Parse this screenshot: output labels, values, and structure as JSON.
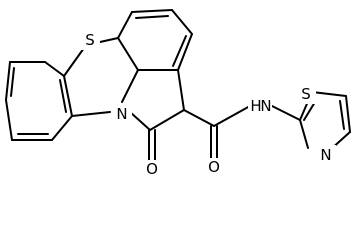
{
  "molecule": {
    "atoms": {
      "sulfur_ring": "S",
      "nitrogen_ring": "N",
      "oxygen_lactam": "O",
      "oxygen_amide": "O",
      "nitrogen_amide": "H",
      "nitrogen_amide_2": "N",
      "sulfur_thiazole": "S",
      "nitrogen_thiazole": "N"
    },
    "colors": {
      "bond": "#000000",
      "label": "#000000",
      "background": "#ffffff"
    }
  }
}
